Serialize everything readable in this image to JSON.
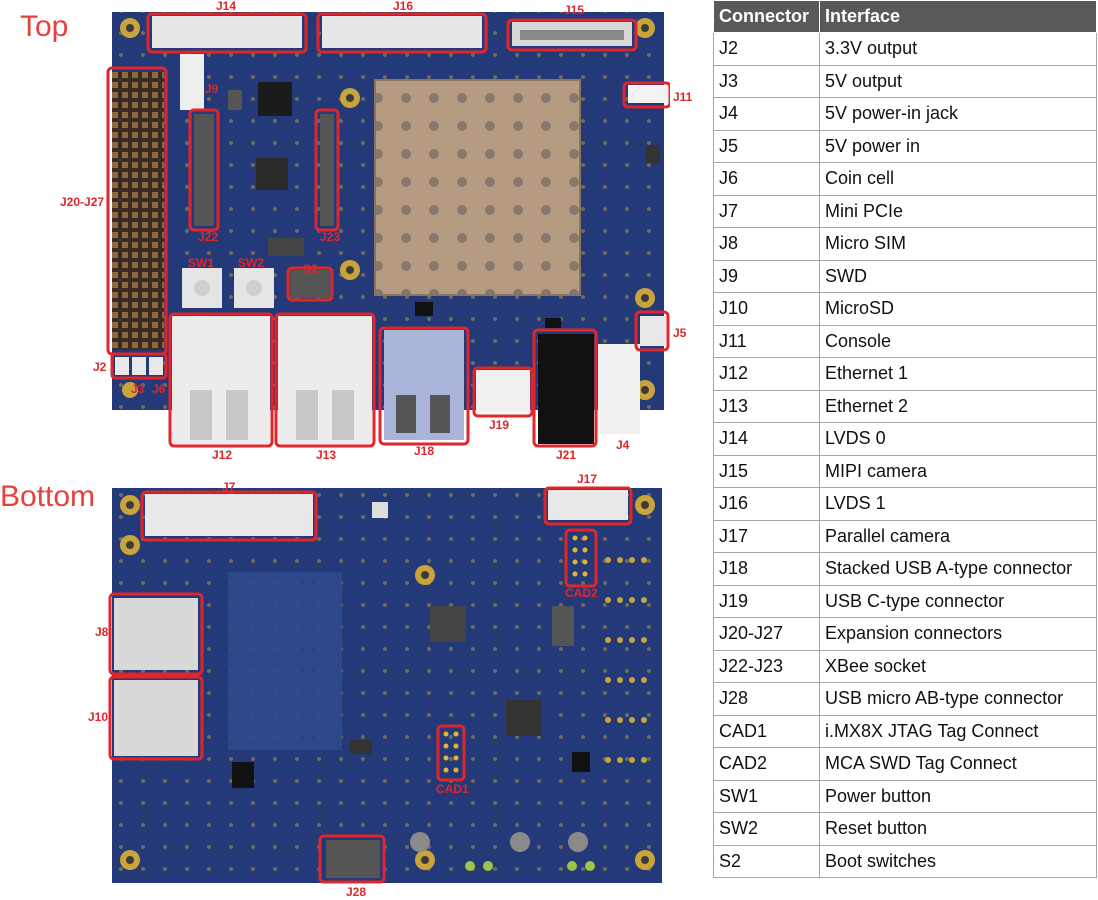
{
  "labels": {
    "top": "Top",
    "bottom": "Bottom"
  },
  "colors": {
    "pcb": "#243a78",
    "outline": "#e0262b",
    "label_red": "#e8403a",
    "gold": "#c9a43a",
    "header_bg": "#595959"
  },
  "top_connectors": {
    "J14": "J14",
    "J16": "J16",
    "J15": "J15",
    "J11": "J11",
    "J20_J27": "J20-J27",
    "J22": "J22",
    "J23": "J23",
    "SW1": "SW1",
    "SW2": "SW2",
    "S2": "S2",
    "J5": "J5",
    "J2": "J2",
    "J3": "J3",
    "J6": "J6",
    "J12": "J12",
    "J13": "J13",
    "J18": "J18",
    "J19": "J19",
    "J21": "J21",
    "J4": "J4",
    "J9": "J9"
  },
  "bottom_connectors": {
    "J7": "J7",
    "J17": "J17",
    "CAD2": "CAD2",
    "J8": "J8",
    "J10": "J10",
    "CAD1": "CAD1",
    "J28": "J28"
  },
  "table": {
    "headers": [
      "Connector",
      "Interface"
    ],
    "rows": [
      [
        "J2",
        "3.3V output"
      ],
      [
        "J3",
        "5V output"
      ],
      [
        "J4",
        "5V power-in jack"
      ],
      [
        "J5",
        "5V power in"
      ],
      [
        "J6",
        "Coin cell"
      ],
      [
        "J7",
        "Mini PCIe"
      ],
      [
        "J8",
        "Micro SIM"
      ],
      [
        "J9",
        "SWD"
      ],
      [
        "J10",
        "MicroSD"
      ],
      [
        "J11",
        "Console"
      ],
      [
        "J12",
        "Ethernet 1"
      ],
      [
        "J13",
        "Ethernet 2"
      ],
      [
        "J14",
        "LVDS 0"
      ],
      [
        "J15",
        "MIPI camera"
      ],
      [
        "J16",
        "LVDS 1"
      ],
      [
        "J17",
        "Parallel camera"
      ],
      [
        "J18",
        "Stacked USB A-type connector"
      ],
      [
        "J19",
        "USB C-type connector"
      ],
      [
        "J20-J27",
        "Expansion connectors"
      ],
      [
        "J22-J23",
        "XBee socket"
      ],
      [
        "J28",
        "USB micro AB-type connector"
      ],
      [
        "CAD1",
        "i.MX8X JTAG Tag Connect"
      ],
      [
        "CAD2",
        "MCA SWD Tag Connect"
      ],
      [
        "SW1",
        "Power button"
      ],
      [
        "SW2",
        "Reset button"
      ],
      [
        "S2",
        "Boot switches"
      ]
    ]
  }
}
